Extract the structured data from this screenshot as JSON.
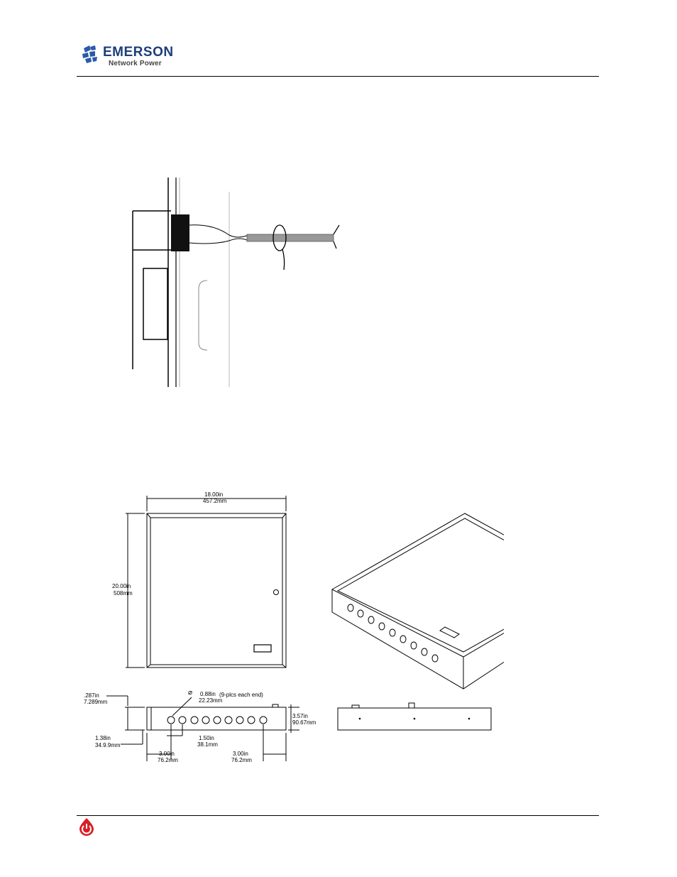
{
  "header": {
    "brand_name": "EMERSON",
    "brand_sub": "Network Power"
  },
  "drawing": {
    "width": "18.00in",
    "width_mm": "457.2mm",
    "height": "20.00in",
    "height_mm": "508mm",
    "knockout_dia": "0.88in",
    "knockout_dia_mm": "22.23mm",
    "knockout_note": "(9-plcs each end)",
    "depth": "3.57in",
    "depth_mm": "90.67mm",
    "offset_a": ".287in",
    "offset_a_mm": "7.289mm",
    "offset_b": "1.38in",
    "offset_b_mm": "34.9.9mm",
    "pitch": "1.50in",
    "pitch_mm": "38.1mm",
    "end_left": "3.00in",
    "end_left_mm": "76.2mm",
    "end_right": "3.00in",
    "end_right_mm": "76.2mm"
  },
  "colors": {
    "brand_blue": "#1e3d7b",
    "footer_red": "#d81f26"
  }
}
